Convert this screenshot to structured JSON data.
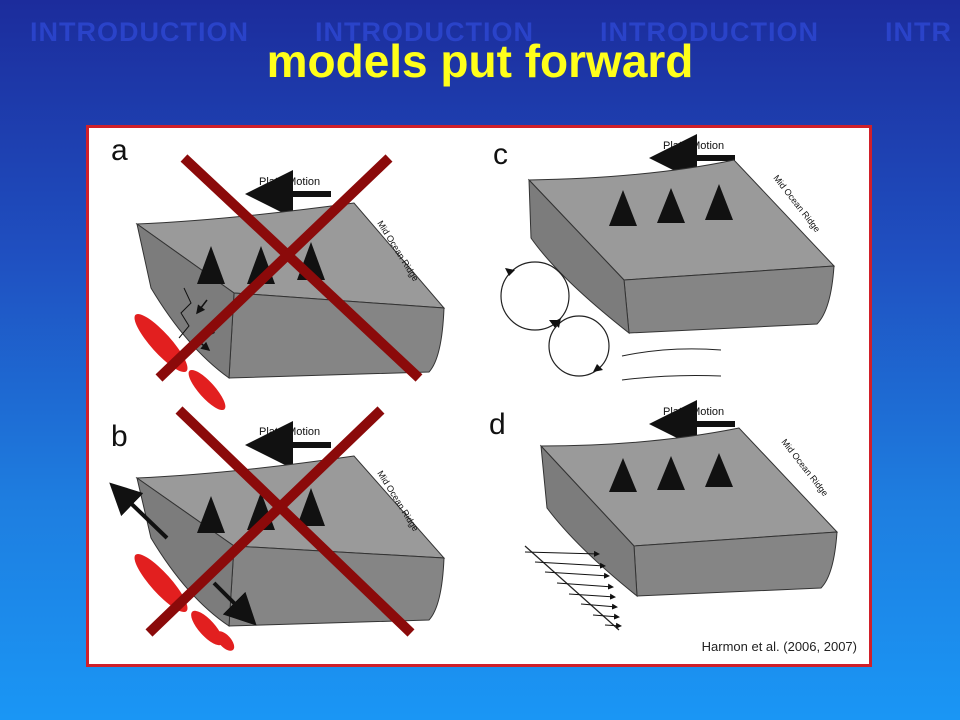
{
  "background_band": {
    "items": [
      "INTRODUCTION",
      "INTRODUCTION",
      "INTRODUCTION",
      "INTR"
    ]
  },
  "slide": {
    "title": "models put forward"
  },
  "figure": {
    "panels": [
      {
        "letter": "a",
        "plate_motion": "Plate Motion",
        "ridge": "Mid Ocean Ridge"
      },
      {
        "letter": "b",
        "plate_motion": "Plate Motion",
        "ridge": "Mid Ocean Ridge"
      },
      {
        "letter": "c",
        "plate_motion": "Plate Motion",
        "ridge": "Mid Ocean Ridge"
      },
      {
        "letter": "d",
        "plate_motion": "Plate Motion",
        "ridge": "Mid Ocean Ridge"
      }
    ],
    "credit": "Harmon et al. (2006, 2007)",
    "colors": {
      "block": "#8e8e8e",
      "cross": "#8b0a0a",
      "ellipse": "#e21f1f",
      "frame": "#d0202a"
    }
  }
}
